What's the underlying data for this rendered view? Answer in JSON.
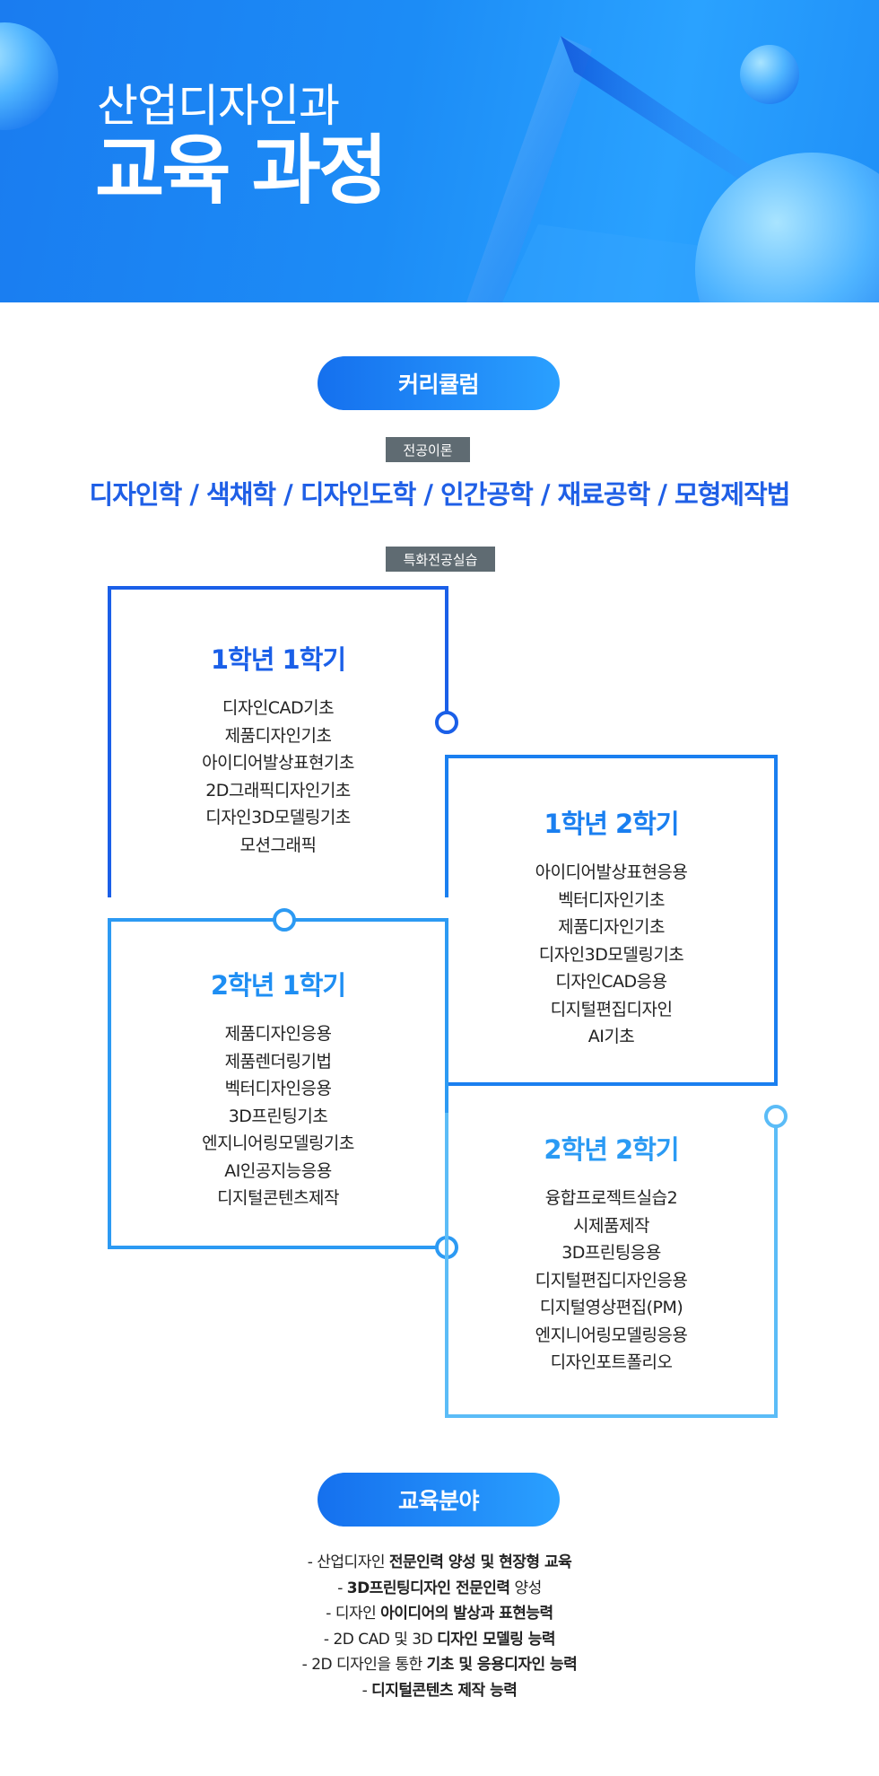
{
  "hero": {
    "subtitle": "산업디자인과",
    "title": "교육 과정"
  },
  "curriculum": {
    "heading": "커리큘럼",
    "major_theory_tag": "전공이론",
    "major_theory": "디자인학 / 색채학 / 디자인도학 / 인간공학 / 재료공학 / 모형제작법",
    "practice_tag": "특화전공실습",
    "terms": [
      {
        "title": "1학년 1학기",
        "color": "#1a5fe8",
        "courses": [
          "디자인CAD기초",
          "제품디자인기초",
          "아이디어발상표현기초",
          "2D그래픽디자인기초",
          "디자인3D모델링기초",
          "모션그래픽"
        ]
      },
      {
        "title": "1학년 2학기",
        "color": "#1a7ff0",
        "courses": [
          "아이디어발상표현응용",
          "벡터디자인기초",
          "제품디자인기초",
          "디자인3D모델링기초",
          "디자인CAD응용",
          "디지털편집디자인",
          "AI기초"
        ]
      },
      {
        "title": "2학년 1학기",
        "color": "#1e8ef3",
        "courses": [
          "제품디자인응용",
          "제품렌더링기법",
          "벡터디자인응용",
          "3D프린팅기초",
          "엔지니어링모델링기초",
          "AI인공지능응용",
          "디지털콘텐츠제작"
        ]
      },
      {
        "title": "2학년 2학기",
        "color": "#2a9af4",
        "courses": [
          "융합프로젝트실습2",
          "시제품제작",
          "3D프린팅응용",
          "디지털편집디자인응용",
          "디지털영상편집(PM)",
          "엔지니어링모델링응용",
          "디자인포트폴리오"
        ]
      }
    ]
  },
  "fields": {
    "heading": "교육분야",
    "items": [
      {
        "pre": "- 산업디자인 ",
        "bold": "전문인력 양성 및 현장형 교육",
        "post": ""
      },
      {
        "pre": "- ",
        "bold": "3D프린팅디자인 전문인력",
        "post": " 양성"
      },
      {
        "pre": "- 디자인 ",
        "bold": "아이디어의 발상과 표현능력",
        "post": ""
      },
      {
        "pre": "- 2D CAD 및 3D ",
        "bold": "디자인 모델링 능력",
        "post": ""
      },
      {
        "pre": "- 2D 디자인을 통한 ",
        "bold": "기초 및 응용디자인 능력",
        "post": ""
      },
      {
        "pre": "- ",
        "bold": "디지털콘텐츠 제작 능력",
        "post": ""
      }
    ]
  },
  "colors": {
    "accent": "#1a6ff0",
    "tag_bg": "#5f6b72"
  }
}
